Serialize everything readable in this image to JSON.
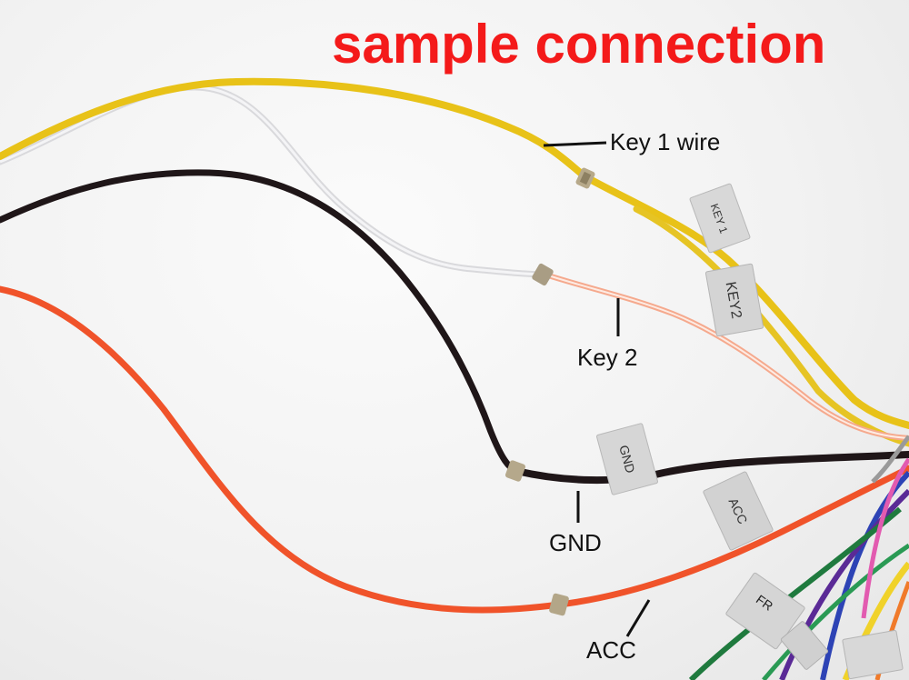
{
  "title": "sample connection",
  "labels": {
    "key1": "Key 1 wire",
    "key2": "Key 2",
    "gnd": "GND",
    "acc": "ACC"
  },
  "tags": {
    "key1": "KEY 1",
    "key2": "KEY2",
    "gnd": "GND",
    "acc": "ACC",
    "fr": "FR"
  },
  "colors": {
    "title": "#f41a1a",
    "yellow_wire": "#f2cc1a",
    "white_wire": "#e4e4e6",
    "black_wire": "#1f1618",
    "red_wire": "#f2552a"
  }
}
